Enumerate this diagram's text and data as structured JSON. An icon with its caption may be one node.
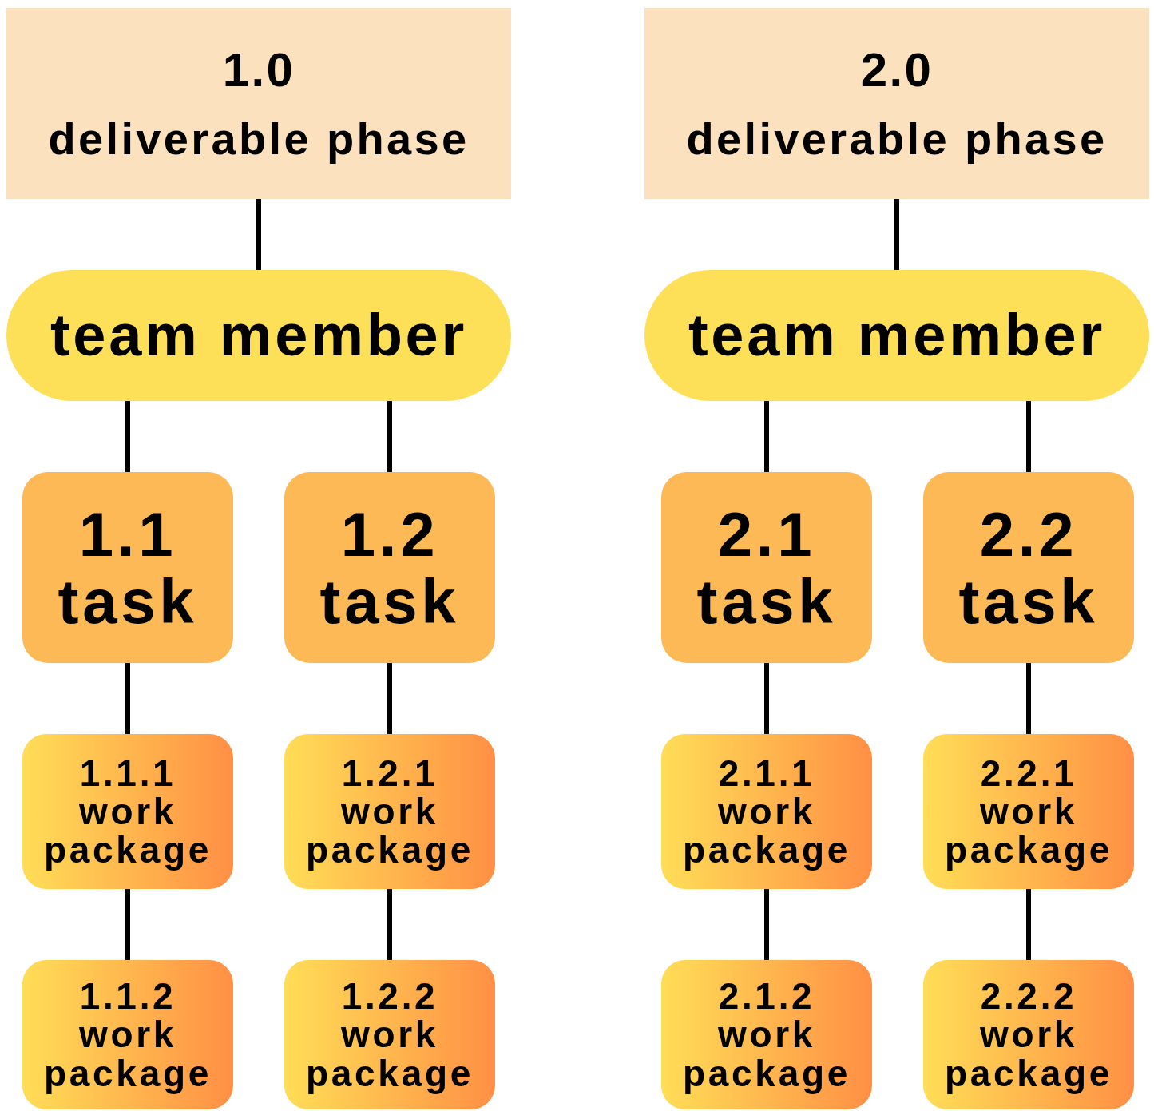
{
  "diagram": {
    "nodes": [
      {
        "text": [
          "1.0",
          "deliverable phase"
        ]
      },
      {
        "text": [
          "team member"
        ]
      },
      {
        "text": [
          "1.1",
          "task"
        ]
      },
      {
        "text": [
          "1.2",
          "task"
        ]
      },
      {
        "text": [
          "1.1.1",
          "work package"
        ]
      },
      {
        "text": [
          "1.1.2",
          "work package"
        ]
      },
      {
        "text": [
          "1.2.1",
          "work package"
        ]
      },
      {
        "text": [
          "1.2.2",
          "work package"
        ]
      },
      {
        "text": [
          "2.0",
          "deliverable phase"
        ]
      },
      {
        "text": [
          "team member"
        ]
      },
      {
        "text": [
          "2.1",
          "task"
        ]
      },
      {
        "text": [
          "2.2",
          "task"
        ]
      },
      {
        "text": [
          "2.1.1",
          "work package"
        ]
      },
      {
        "text": [
          "2.1.2",
          "work package"
        ]
      },
      {
        "text": [
          "2.2.1",
          "work package"
        ]
      },
      {
        "text": [
          "2.2.2",
          "work package"
        ]
      }
    ],
    "edges": [
      {
        "from": 0,
        "to": 1,
        "arrow": "none"
      },
      {
        "from": 1,
        "to": 2,
        "arrow": "none"
      },
      {
        "from": 1,
        "to": 3,
        "arrow": "none"
      },
      {
        "from": 2,
        "to": 4,
        "arrow": "none"
      },
      {
        "from": 4,
        "to": 5,
        "arrow": "none"
      },
      {
        "from": 3,
        "to": 6,
        "arrow": "none"
      },
      {
        "from": 6,
        "to": 7,
        "arrow": "none"
      },
      {
        "from": 8,
        "to": 9,
        "arrow": "none"
      },
      {
        "from": 9,
        "to": 10,
        "arrow": "none"
      },
      {
        "from": 9,
        "to": 11,
        "arrow": "none"
      },
      {
        "from": 10,
        "to": 12,
        "arrow": "none"
      },
      {
        "from": 12,
        "to": 13,
        "arrow": "none"
      },
      {
        "from": 11,
        "to": 14,
        "arrow": "none"
      },
      {
        "from": 14,
        "to": 15,
        "arrow": "none"
      }
    ]
  }
}
